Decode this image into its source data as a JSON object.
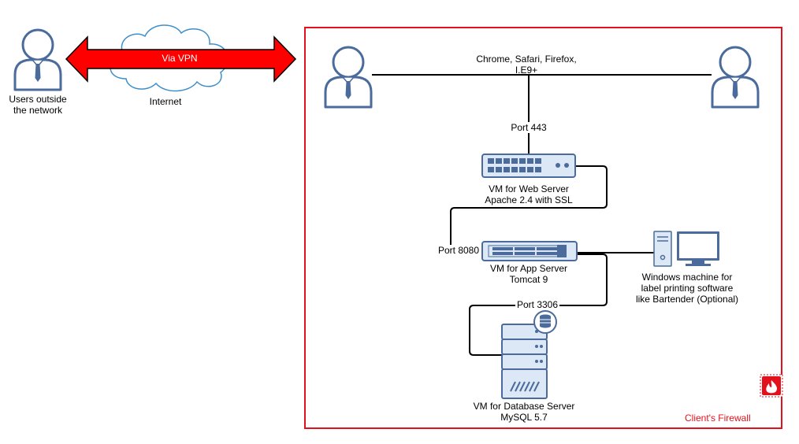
{
  "nodes": {
    "outside_users": {
      "label_line1": "Users outside",
      "label_line2": "the network"
    },
    "vpn": {
      "label": "Via VPN"
    },
    "internet": {
      "label": "Internet"
    },
    "browsers": {
      "label_line1": "Chrome, Safari, Firefox,",
      "label_line2": "I.E9+"
    },
    "port_443": {
      "label": "Port 443"
    },
    "web_server": {
      "label_line1": "VM for Web Server",
      "label_line2": "Apache 2.4 with SSL"
    },
    "port_8080": {
      "label": "Port 8080"
    },
    "app_server": {
      "label_line1": "VM for App Server",
      "label_line2": "Tomcat 9"
    },
    "windows_machine": {
      "label_line1": "Windows machine for",
      "label_line2": "label printing software",
      "label_line3": "like Bartender (Optional)"
    },
    "port_3306": {
      "label": "Port 3306"
    },
    "db_server": {
      "label_line1": "VM for Database Server",
      "label_line2": "MySQL 5.7"
    },
    "firewall": {
      "label": "Client's Firewall"
    }
  },
  "colors": {
    "firewall_border": "#e3111b",
    "vpn_arrow": "#ff0000",
    "cloud_stroke": "#3c8fc9",
    "user_stroke": "#4a6b9c",
    "tie": "#4a6b9c",
    "device_fill": "#dce8f5",
    "device_stroke": "#4a6b9c"
  },
  "icons": [
    "user-icon",
    "cloud-icon",
    "double-arrow-icon",
    "switch-icon",
    "server-icon",
    "database-server-icon",
    "database-badge-icon",
    "desktop-computer-icon",
    "firewall-icon"
  ]
}
